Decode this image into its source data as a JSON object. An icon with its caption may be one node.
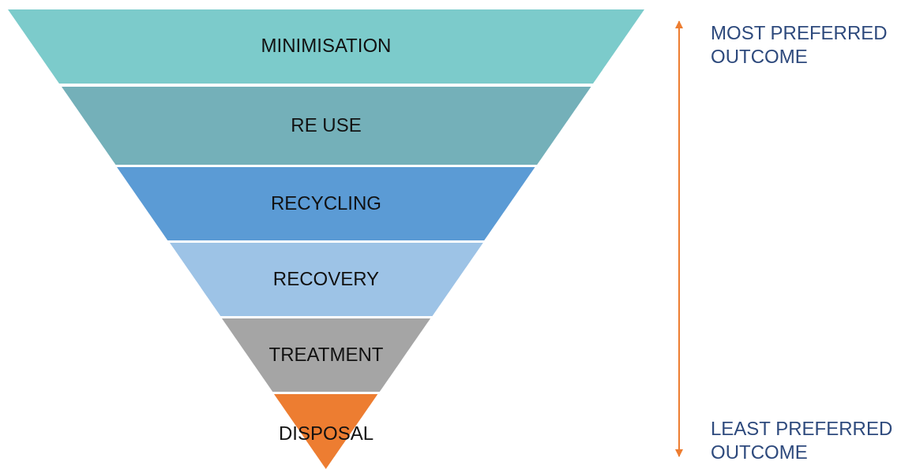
{
  "diagram": {
    "nodes": [
      {
        "text": [
          "MINIMISATION"
        ]
      },
      {
        "text": [
          "RE USE"
        ]
      },
      {
        "text": [
          "RECYCLING"
        ]
      },
      {
        "text": [
          "RECOVERY"
        ]
      },
      {
        "text": [
          "TREATMENT"
        ]
      },
      {
        "text": [
          "DISPOSAL"
        ]
      }
    ],
    "labels": [
      "MOST PREFERRED OUTCOME",
      "LEAST PREFERRED OUTCOME"
    ]
  }
}
